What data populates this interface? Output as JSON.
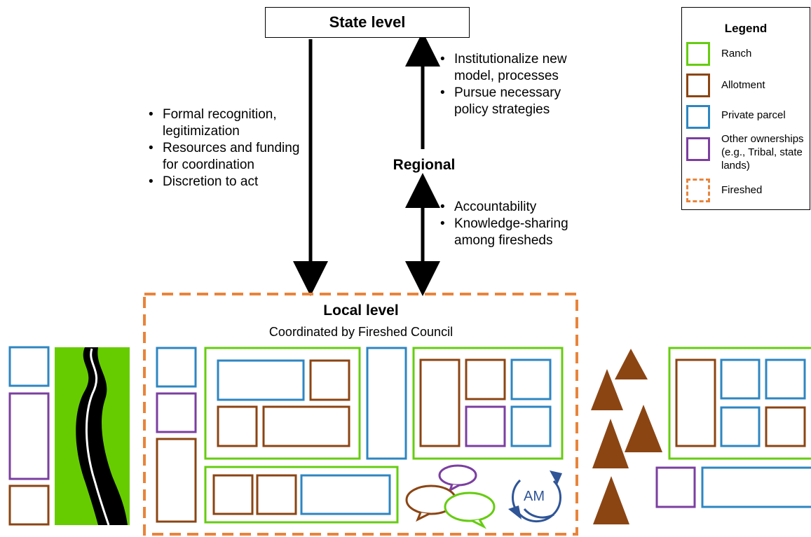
{
  "state_level": {
    "label": "State level"
  },
  "state_to_local_bullets": [
    "Formal recognition, legitimization",
    "Resources and funding for coordination",
    "Discretion to act"
  ],
  "regional": {
    "label": "Regional",
    "upward_bullets": [
      "Institutionalize new model, processes",
      "Pursue necessary policy strategies"
    ],
    "local_bullets": [
      "Accountability",
      "Knowledge-sharing among firesheds"
    ]
  },
  "local_level": {
    "title": "Local level",
    "subtitle": "Coordinated by Fireshed Council",
    "am_label": "AM"
  },
  "legend": {
    "title": "Legend",
    "items": [
      {
        "label": "Ranch",
        "color": "#66cc11",
        "style": "solid"
      },
      {
        "label": "Allotment",
        "color": "#8b4513",
        "style": "solid"
      },
      {
        "label": "Private parcel",
        "color": "#2e86c1",
        "style": "solid"
      },
      {
        "label": "Other ownerships (e.g., Tribal, state lands)",
        "color": "#7b3fa0",
        "style": "solid"
      },
      {
        "label": "Fireshed",
        "color": "#e8843c",
        "style": "dashed"
      }
    ]
  },
  "colors": {
    "ranch": "#66cc11",
    "allotment": "#8b4513",
    "private": "#2e86c1",
    "other": "#7b3fa0",
    "fireshed": "#e8843c",
    "road_bg": "#66cc00",
    "tree": "#8b4513",
    "am": "#2f5597"
  }
}
